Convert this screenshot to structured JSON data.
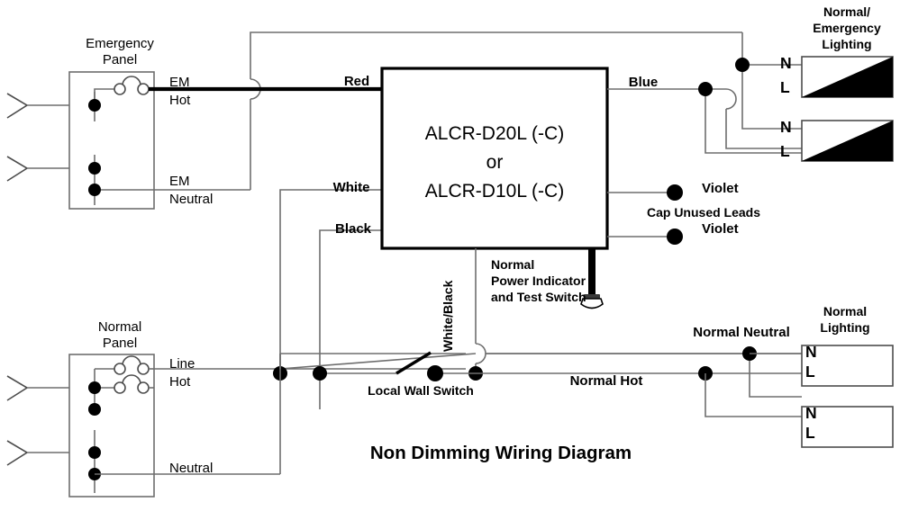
{
  "diagram": {
    "title": "Non Dimming Wiring Diagram",
    "device": {
      "line1": "ALCR-D20L (-C)",
      "line2": "or",
      "line3": "ALCR-D10L (-C)"
    },
    "panels": {
      "emergency": {
        "title_line1": "Emergency",
        "title_line2": "Panel",
        "terminal_hot_line1": "EM",
        "terminal_hot_line2": "Hot",
        "terminal_neutral_line1": "EM",
        "terminal_neutral_line2": "Neutral"
      },
      "normal": {
        "title_line1": "Normal",
        "title_line2": "Panel",
        "terminal_line": "Line",
        "terminal_hot": "Hot",
        "terminal_neutral": "Neutral"
      }
    },
    "wire_labels": {
      "red": "Red",
      "white": "White",
      "black": "Black",
      "blue": "Blue",
      "white_black": "White/Black",
      "violet_top": "Violet",
      "violet_bottom": "Violet",
      "cap_unused": "Cap Unused Leads",
      "normal_hot": "Normal Hot",
      "normal_neutral": "Normal Neutral"
    },
    "components": {
      "local_wall_switch": "Local Wall Switch",
      "indicator_line1": "Normal",
      "indicator_line2": "Power Indicator",
      "indicator_line3": "and Test Switch"
    },
    "fixtures": {
      "emergency_title_line1": "Normal/",
      "emergency_title_line2": "Emergency",
      "emergency_title_line3": "Lighting",
      "normal_title_line1": "Normal",
      "normal_title_line2": "Lighting",
      "terminal_n": "N",
      "terminal_l": "L"
    },
    "colors": {
      "wire": "#6e6e6e",
      "wire_dark": "#222222",
      "accent_black": "#000000",
      "background": "#ffffff"
    }
  }
}
